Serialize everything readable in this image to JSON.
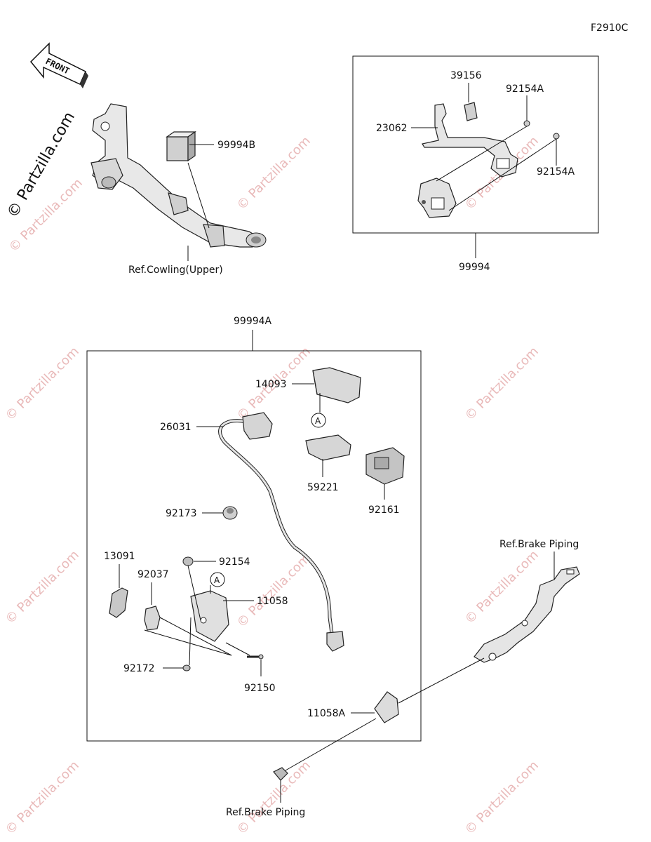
{
  "figure_code": "F2910C",
  "front_label": "FRONT",
  "watermark_text": "© Partzilla.com",
  "watermark_side_text": "© Partzilla.com",
  "labels": {
    "p99994B": "99994B",
    "ref_cowling": "Ref.Cowling(Upper)",
    "p39156": "39156",
    "p92154A_top": "92154A",
    "p23062": "23062",
    "p92154A_right": "92154A",
    "p99994": "99994",
    "p99994A": "99994A",
    "p14093": "14093",
    "circleA_top": "A",
    "p26031": "26031",
    "p59221": "59221",
    "p92161": "92161",
    "p92173": "92173",
    "p13091": "13091",
    "p92154": "92154",
    "p92037": "92037",
    "circleA_bottom": "A",
    "p11058": "11058",
    "p92172": "92172",
    "p92150": "92150",
    "p11058A": "11058A",
    "ref_brake_top": "Ref.Brake Piping",
    "ref_brake_bottom": "Ref.Brake Piping"
  }
}
